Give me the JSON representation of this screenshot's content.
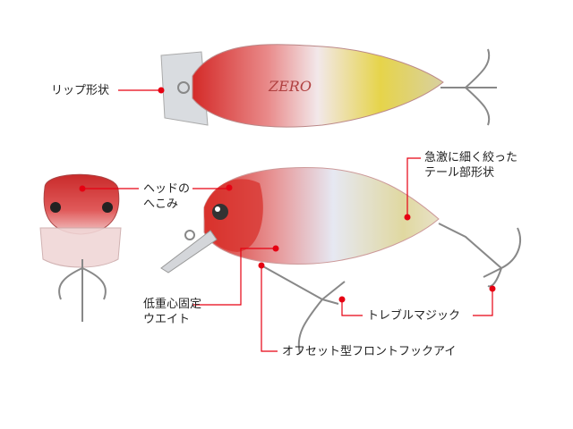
{
  "labels": {
    "lip_shape": "リップ形状",
    "head_dent": [
      "ヘッドの",
      "へこみ"
    ],
    "tail_shape": [
      "急激に細く絞った",
      "テール部形状"
    ],
    "low_weight": [
      "低重心固定",
      "ウエイト"
    ],
    "treble_magic": "トレブルマジック",
    "offset_eye": "オフセット型フロントフックアイ"
  },
  "body_text": "ZERO",
  "colors": {
    "accent": "#e60012",
    "head": "#d8322c",
    "tail": "#d9c53a"
  }
}
